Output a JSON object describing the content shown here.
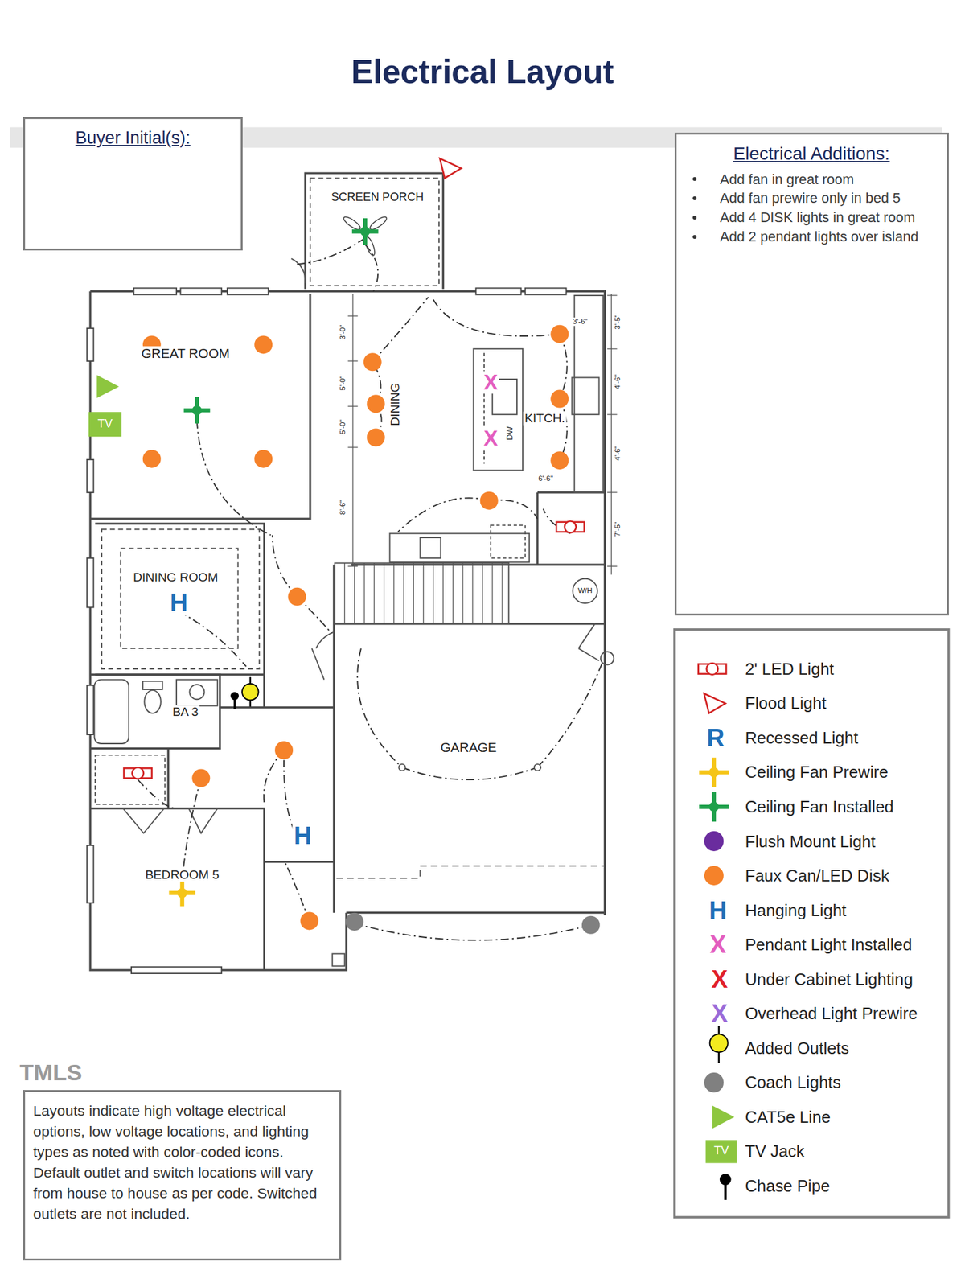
{
  "diagram": {
    "title": "Electrical Layout",
    "nodes": [
      {
        "text": [
          "Buyer Initial(s):"
        ]
      },
      {
        "text": [
          "Electrical Additions:",
          "Add fan in great room",
          "Add fan prewire only in bed 5",
          "Add 4 DISK lights in great room",
          "Add 2 pendant lights over island"
        ]
      },
      {
        "text": [
          "Layouts indicate high voltage electrical options, low voltage locations, and lighting types as noted with color-coded icons. Default outlet and switch locations will vary from house to house as per code. Switched outlets are not included."
        ]
      }
    ],
    "labels": [
      "SCREEN PORCH",
      "GREAT ROOM",
      "DINING",
      "KITCH.",
      "DW",
      "X",
      "X",
      "TV",
      "DINING ROOM",
      "H",
      "W/H",
      "BA 3",
      "GARAGE",
      "H",
      "BEDROOM 5",
      "3'-0\"",
      "5'-0\"",
      "5'-0\"",
      "8'-6\"",
      "3'-5\"",
      "4'-6\"",
      "4'-6\"",
      "7'-5\"",
      "3'-6\"",
      "6'-6\"",
      "R",
      "H",
      "X",
      "X",
      "X",
      "TV",
      "TMLS"
    ],
    "legend": [
      {
        "text": "2' LED Light"
      },
      {
        "text": "Flood Light"
      },
      {
        "text": "Recessed Light"
      },
      {
        "text": "Ceiling Fan Prewire"
      },
      {
        "text": "Ceiling Fan Installed"
      },
      {
        "text": "Flush Mount Light",
        "color": "#6a2c9e"
      },
      {
        "text": "Faux Can/LED Disk",
        "color": "#f5822a"
      },
      {
        "text": "Hanging Light"
      },
      {
        "text": "Pendant Light Installed"
      },
      {
        "text": "Under Cabinet Lighting"
      },
      {
        "text": "Overhead Light Prewire"
      },
      {
        "text": "Added Outlets"
      },
      {
        "text": "Coach Lights",
        "color": "#808080"
      },
      {
        "text": "CAT5e Line"
      },
      {
        "text": "TV Jack"
      },
      {
        "text": "Chase Pipe"
      }
    ]
  }
}
